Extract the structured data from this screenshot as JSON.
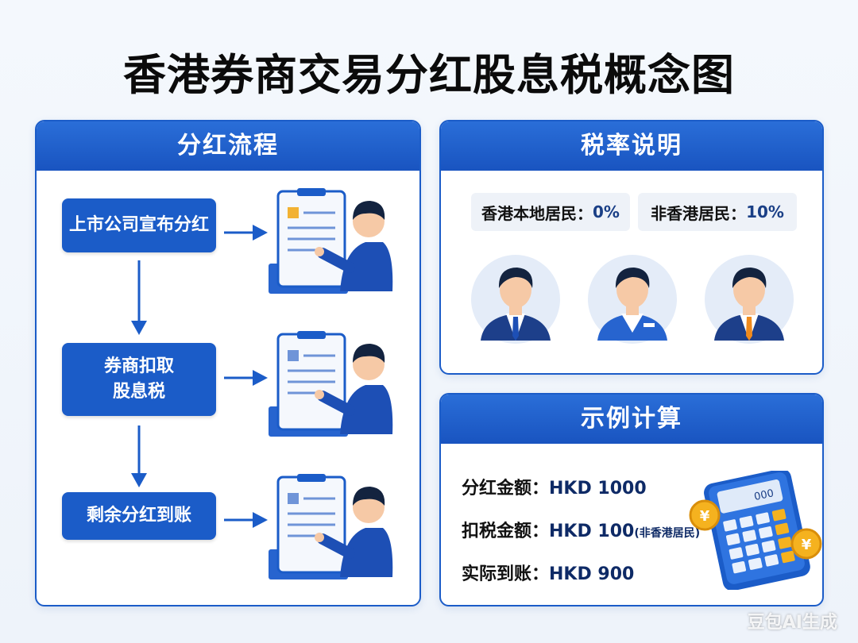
{
  "title": "香港券商交易分红股息税概念图",
  "flow": {
    "header": "分红流程",
    "steps": [
      {
        "label": "上市公司宣布分红"
      },
      {
        "label": "券商扣取\n股息税"
      },
      {
        "label": "剩余分红到账"
      }
    ]
  },
  "rates": {
    "header": "税率说明",
    "local_label": "香港本地居民：",
    "local_value": "0%",
    "nonlocal_label": "非香港居民：",
    "nonlocal_value": "10%",
    "avatar_tie_colors": [
      "#1d4fb5",
      "#ffffff",
      "#f08a1c"
    ]
  },
  "example": {
    "header": "示例计算",
    "dividend_label": "分红金额：",
    "dividend_value": "HKD 1000",
    "tax_label": "扣税金额：",
    "tax_value": "HKD 100",
    "tax_note": "(非香港居民)",
    "net_label": "实际到账：",
    "net_value": "HKD 900",
    "calculator_display": "000",
    "coin_symbol": "¥"
  },
  "watermark": "豆包AI生成",
  "colors": {
    "primary": "#1b5cc8",
    "suit": "#1d4fb5",
    "hair": "#13233f",
    "skin": "#f6c9a6",
    "coin": "#f5b21f"
  }
}
